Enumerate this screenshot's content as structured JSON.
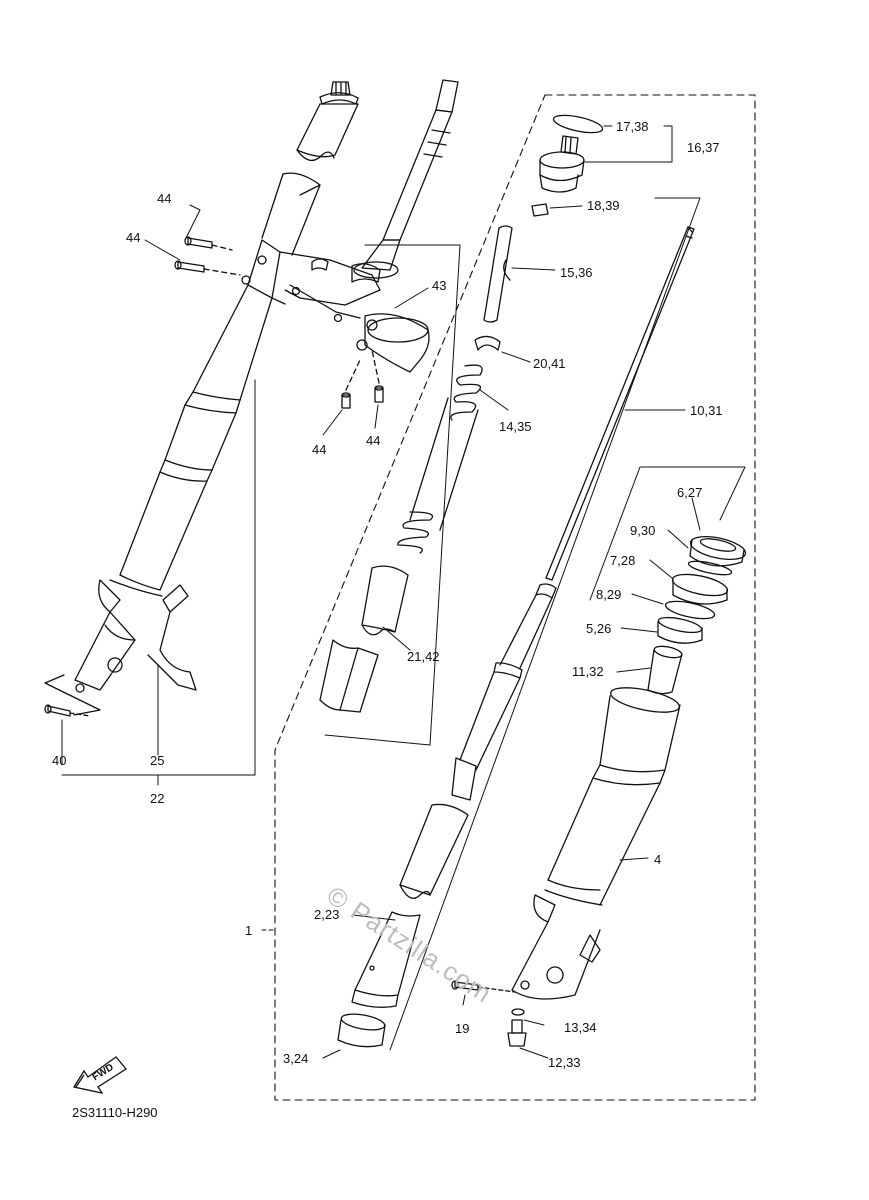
{
  "diagram": {
    "code": "2S31110-H290",
    "watermark": "© Partzilla.com",
    "fwd_label": "FWD",
    "callouts": {
      "c_17_38": "17,38",
      "c_16_37": "16,37",
      "c_18_39": "18,39",
      "c_15_36": "15,36",
      "c_43": "43",
      "c_44_a": "44",
      "c_44_b": "44",
      "c_44_c": "44",
      "c_44_d": "44",
      "c_20_41": "20,41",
      "c_14_35": "14,35",
      "c_10_31": "10,31",
      "c_6_27": "6,27",
      "c_9_30": "9,30",
      "c_7_28": "7,28",
      "c_8_29": "8,29",
      "c_5_26": "5,26",
      "c_11_32": "11,32",
      "c_21_42": "21,42",
      "c_40": "40",
      "c_25": "25",
      "c_22": "22",
      "c_4": "4",
      "c_1": "1",
      "c_2_23": "2,23",
      "c_19": "19",
      "c_13_34": "13,34",
      "c_12_33": "12,33",
      "c_3_24": "3,24"
    }
  }
}
